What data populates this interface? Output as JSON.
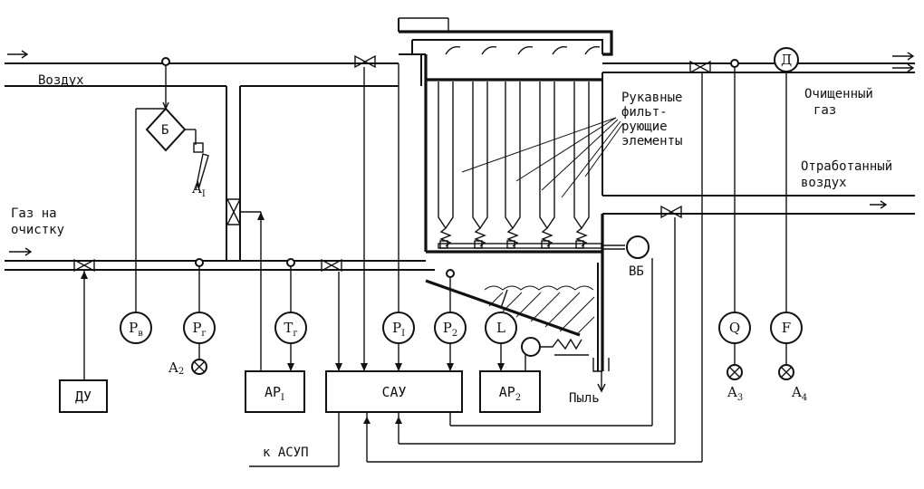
{
  "labels": {
    "air": "Воздух",
    "gas_to_clean_1": "Газ на",
    "gas_to_clean_2": "очистку",
    "cleaned_gas_1": "Очищенный",
    "cleaned_gas_2": "газ",
    "spent_air_1": "Отработанный",
    "spent_air_2": "воздух",
    "bag_elements": [
      "Рукавные",
      "фильт-",
      "рующие",
      "элементы"
    ],
    "dust": "Пыль",
    "to_acs": "к АСУП",
    "shaker": "ВБ",
    "block": "Б"
  },
  "instruments": [
    {
      "id": "pb",
      "sym": "P",
      "sub": "в"
    },
    {
      "id": "pg",
      "sym": "P",
      "sub": "г"
    },
    {
      "id": "tg",
      "sym": "T",
      "sub": "г"
    },
    {
      "id": "p1",
      "sym": "P",
      "sub": "I"
    },
    {
      "id": "p2",
      "sym": "P",
      "sub": "2"
    },
    {
      "id": "l",
      "sym": "L",
      "sub": ""
    },
    {
      "id": "q",
      "sym": "Q",
      "sub": ""
    },
    {
      "id": "f",
      "sym": "F",
      "sub": ""
    }
  ],
  "alarms": [
    {
      "id": "a1",
      "sym": "A",
      "sub": "I"
    },
    {
      "id": "a2",
      "sym": "A",
      "sub": "2"
    },
    {
      "id": "a3",
      "sym": "A",
      "sub": "3"
    },
    {
      "id": "a4",
      "sym": "A",
      "sub": "4"
    }
  ],
  "boxes": {
    "du": {
      "sym": "ДУ",
      "sub": ""
    },
    "ar1": {
      "sym": "АР",
      "sub": "I"
    },
    "sau": {
      "sym": "САУ",
      "sub": ""
    },
    "ar2": {
      "sym": "АР",
      "sub": "2"
    }
  },
  "drive_letter": "Д"
}
